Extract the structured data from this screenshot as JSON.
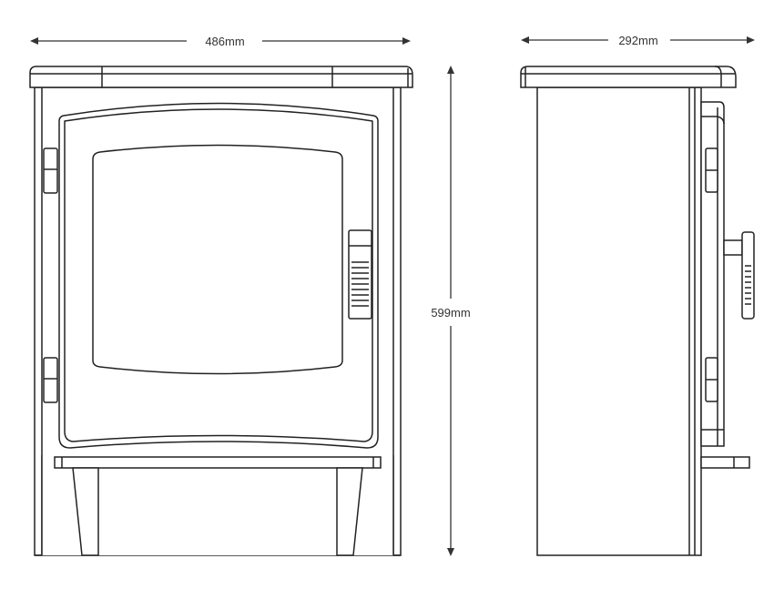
{
  "dimensions": {
    "width": "486mm",
    "depth": "292mm",
    "height": "599mm"
  },
  "colors": {
    "line": "#222222",
    "background": "#ffffff"
  }
}
